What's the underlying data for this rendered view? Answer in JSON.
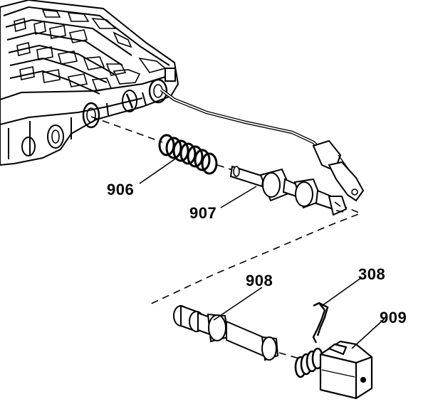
{
  "callouts": {
    "c906": "906",
    "c907": "907",
    "c908": "908",
    "c308": "308",
    "c909": "909"
  },
  "colors": {
    "ink": "#000000",
    "paper": "#ffffff",
    "shade": "#b8b8b8"
  }
}
